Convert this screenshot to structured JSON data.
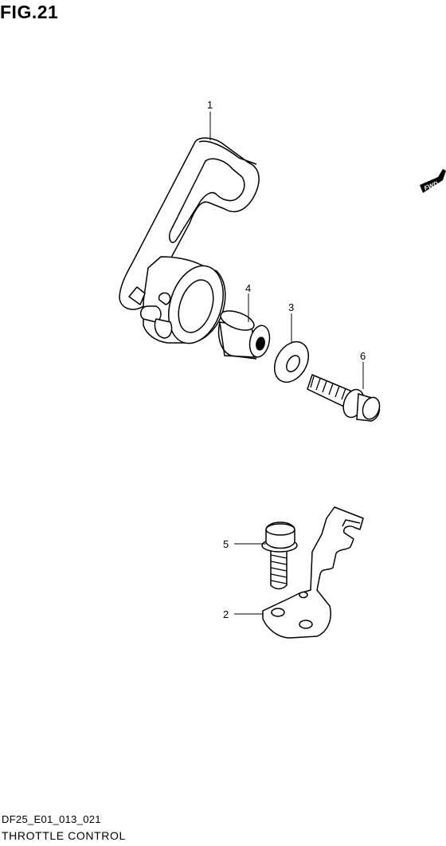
{
  "figure": {
    "title": "FIG.21",
    "code": "DF25_E01_013_021",
    "caption": "THROTTLE CONTROL"
  },
  "fwd_badge": {
    "label": "FWD"
  },
  "callouts": [
    {
      "number": "1"
    },
    {
      "number": "2"
    },
    {
      "number": "3"
    },
    {
      "number": "4"
    },
    {
      "number": "5"
    },
    {
      "number": "6"
    }
  ],
  "parts": [
    {
      "ref": "1",
      "icon": "throttle-lever-icon"
    },
    {
      "ref": "2",
      "icon": "cable-bracket-icon"
    },
    {
      "ref": "3",
      "icon": "washer-icon"
    },
    {
      "ref": "4",
      "icon": "collar-icon"
    },
    {
      "ref": "5",
      "icon": "bolt-icon"
    },
    {
      "ref": "6",
      "icon": "bolt-icon"
    }
  ]
}
